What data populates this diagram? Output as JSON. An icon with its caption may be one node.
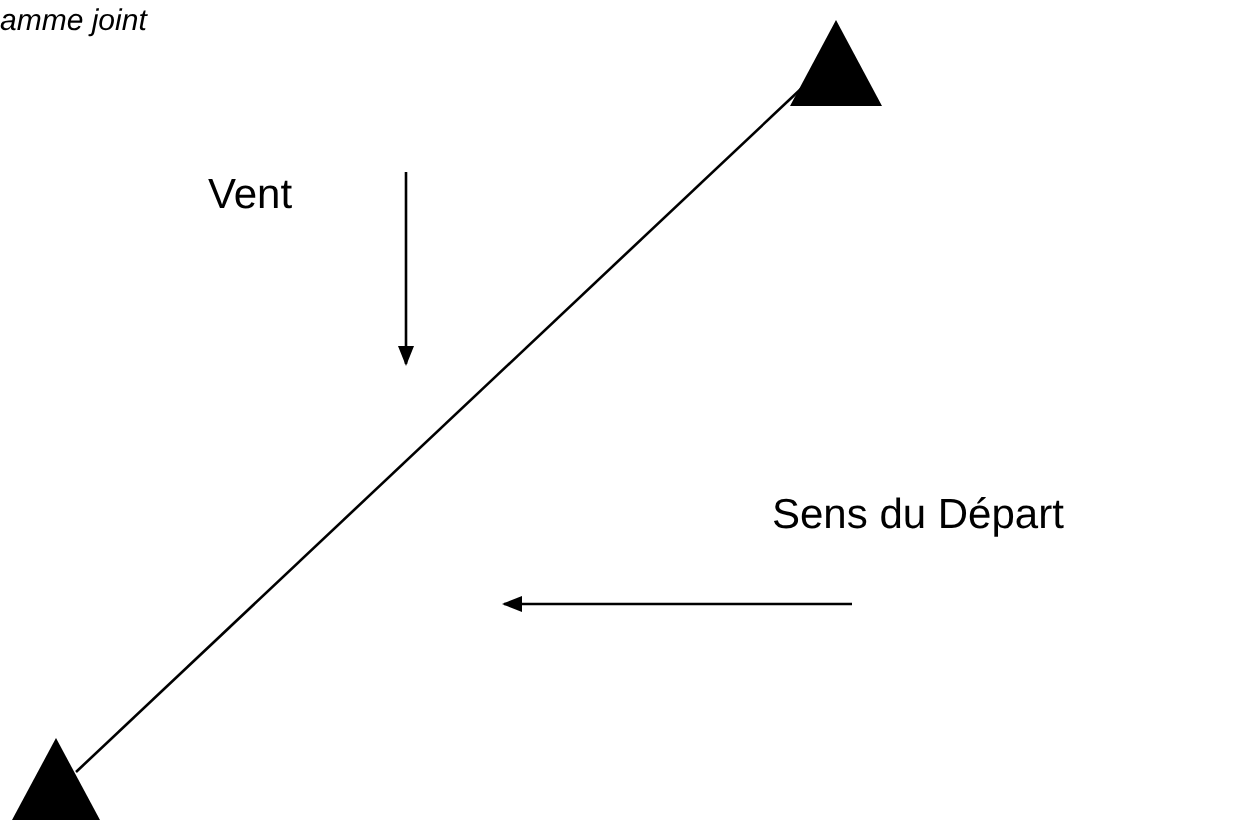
{
  "diagram": {
    "nodes": [
      {
        "text": [],
        "shape": "triangle"
      },
      {
        "text": [],
        "shape": "triangle"
      }
    ],
    "edges": [
      {
        "from": 1,
        "to": 0,
        "arrow": "none"
      }
    ],
    "labels": [
      "amme joint",
      "Vent",
      "Sens du Départ"
    ]
  }
}
